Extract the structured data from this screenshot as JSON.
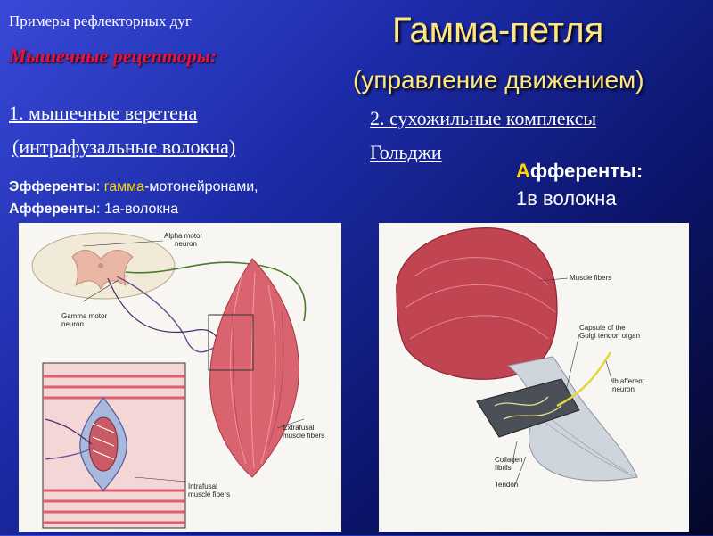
{
  "slide": {
    "topic": "Примеры рефлекторных дуг",
    "subheading": "Мышечные рецепторы:",
    "title": "Гамма-петля",
    "subtitle": "(управление движением)"
  },
  "left_column": {
    "item_1_line1": "1. мышечные веретена",
    "item_1_line2": "(интрафузальные волокна)",
    "efferents": {
      "label": "Эфференты",
      "colon": ": ",
      "gamma": "гамма",
      "rest": "-мотонейронами,"
    },
    "afferents": {
      "label": "Афференты",
      "colon": ": ",
      "value": "1а-волокна"
    }
  },
  "right_column": {
    "item_2_line1": "2. сухожильные комплексы",
    "item_2_line2": "Гольджи",
    "afferents_first_letter": "А",
    "afferents_rest": "фференты:",
    "afferents_value": "1в волокна"
  },
  "figure_left": {
    "labels": {
      "alpha_1": "Alpha motor",
      "alpha_2": "neuron",
      "gamma_1": "Gamma motor",
      "gamma_2": "neuron",
      "extrafusal_1": "Extrafusal",
      "extrafusal_2": "muscle fibers",
      "intrafusal_1": "Intrafusal",
      "intrafusal_2": "muscle fibers"
    }
  },
  "figure_right": {
    "labels": {
      "muscle_fibers": "Muscle fibers",
      "capsule_1": "Capsule of the",
      "capsule_2": "Golgi tendon organ",
      "ib_1": "Ib afferent",
      "ib_2": "neuron",
      "collagen_1": "Collagen",
      "collagen_2": "fibrils",
      "tendon": "Tendon"
    }
  },
  "colors": {
    "background_top": "#3a49d8",
    "background_bottom": "#040828",
    "title": "#ffe680",
    "subheading": "#e8143c",
    "accent_letter": "#ffd700"
  }
}
